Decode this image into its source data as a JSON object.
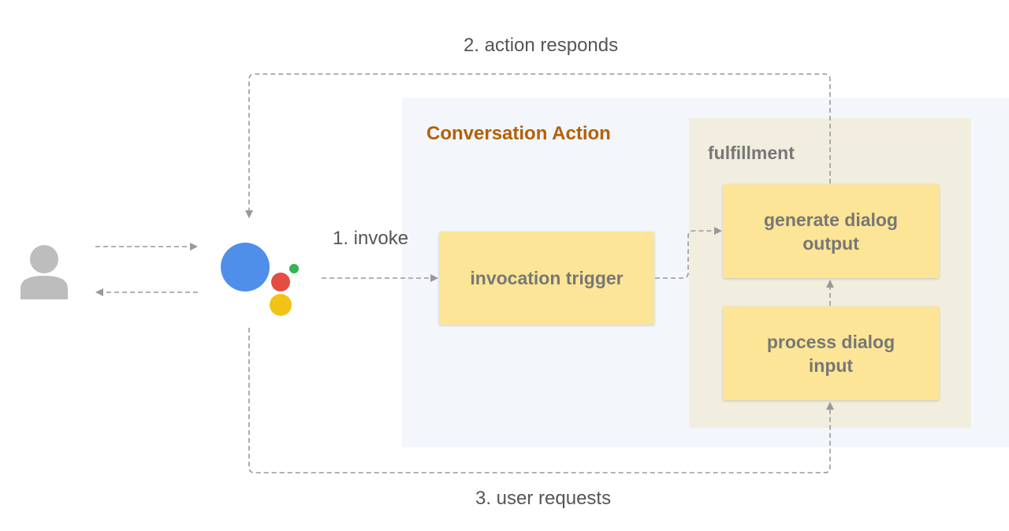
{
  "labels": {
    "action_responds": "2. action responds",
    "user_requests": "3. user requests",
    "invoke": "1. invoke"
  },
  "conversation_action": {
    "title": "Conversation Action",
    "invocation_trigger": "invocation trigger"
  },
  "fulfillment": {
    "title": "fulfillment",
    "generate_dialog_output": "generate dialog output",
    "process_dialog_input": "process dialog input"
  },
  "icons": {
    "user": "user-icon",
    "assistant": "google-assistant-icon"
  },
  "colors": {
    "conversation_title": "#b45f06",
    "box_fill": "#fce596",
    "assistant_blue": "#4f8fea",
    "assistant_red": "#e54d42",
    "assistant_yellow": "#f2c317",
    "assistant_green": "#34b454",
    "arrow": "#999999"
  }
}
